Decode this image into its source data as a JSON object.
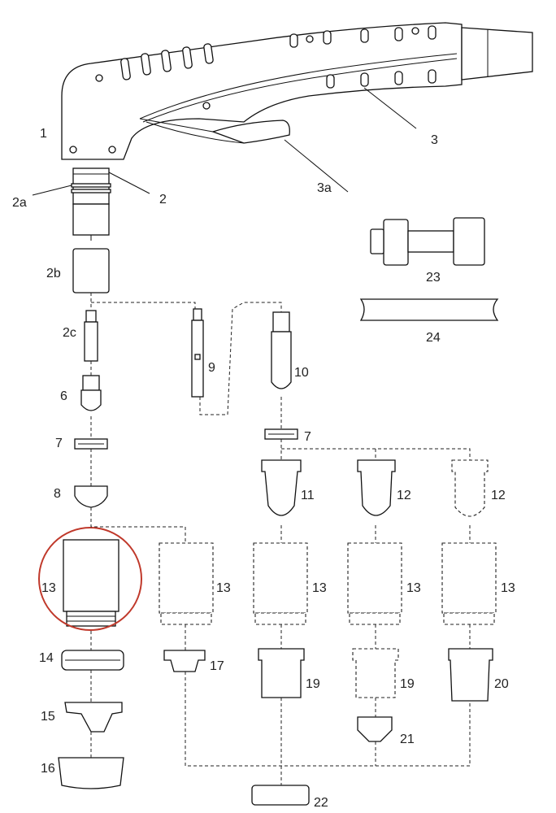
{
  "labels": {
    "p1": "1",
    "p2": "2",
    "p2a": "2a",
    "p3": "3",
    "p3a": "3a",
    "p2b": "2b",
    "p2c": "2c",
    "p6": "6",
    "p7a": "7",
    "p8": "8",
    "p9": "9",
    "p10": "10",
    "p7b": "7",
    "p11": "11",
    "p12a": "12",
    "p12b": "12",
    "p13a": "13",
    "p13b": "13",
    "p13c": "13",
    "p13d": "13",
    "p13e": "13",
    "p14": "14",
    "p15": "15",
    "p16": "16",
    "p17": "17",
    "p19a": "19",
    "p19b": "19",
    "p20": "20",
    "p21": "21",
    "p22": "22",
    "p23": "23",
    "p24": "24"
  },
  "highlight": {
    "part": "13",
    "color": "#c0392b"
  }
}
